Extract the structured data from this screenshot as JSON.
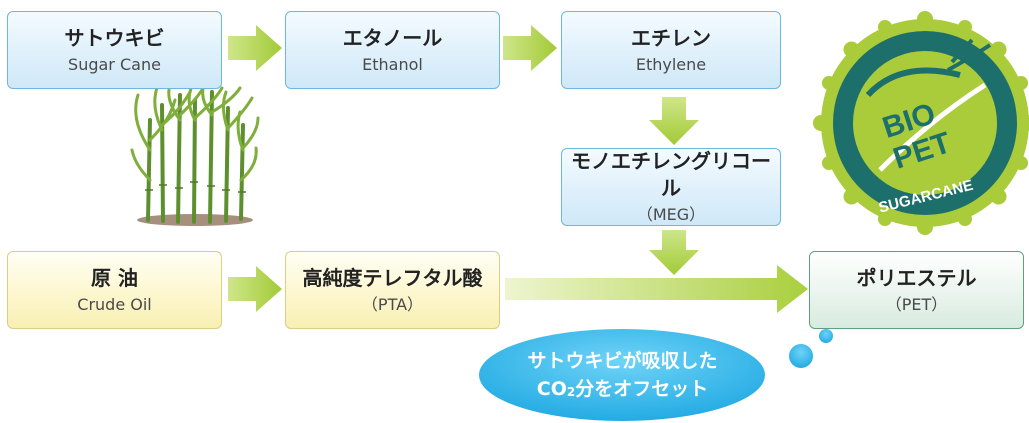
{
  "nodes": {
    "sugarcane": {
      "jp": "サトウキビ",
      "en": "Sugar Cane"
    },
    "ethanol": {
      "jp": "エタノール",
      "en": "Ethanol"
    },
    "ethylene": {
      "jp": "エチレン",
      "en": "Ethylene"
    },
    "meg": {
      "jp": "モノエチレングリコール",
      "en": "（MEG）"
    },
    "crude_oil": {
      "jp": "原 油",
      "en": "Crude Oil"
    },
    "pta": {
      "jp": "高純度テレフタル酸",
      "en": "（PTA）"
    },
    "pet": {
      "jp": "ポリエステル",
      "en": "（PET）"
    }
  },
  "bubble": {
    "line1": "サトウキビが吸収した",
    "line2_prefix": "CO",
    "line2_sub": "2",
    "line2_suffix": "分をオフセット"
  },
  "badge": {
    "line1": "BIO",
    "line2": "PET",
    "ring_text": "SUGARCANE"
  },
  "colors": {
    "arrow": "#a9cf3e",
    "badge_outer": "#1d6f6c",
    "badge_inner": "#aacb3a",
    "bubble": "#2ab4e8"
  }
}
